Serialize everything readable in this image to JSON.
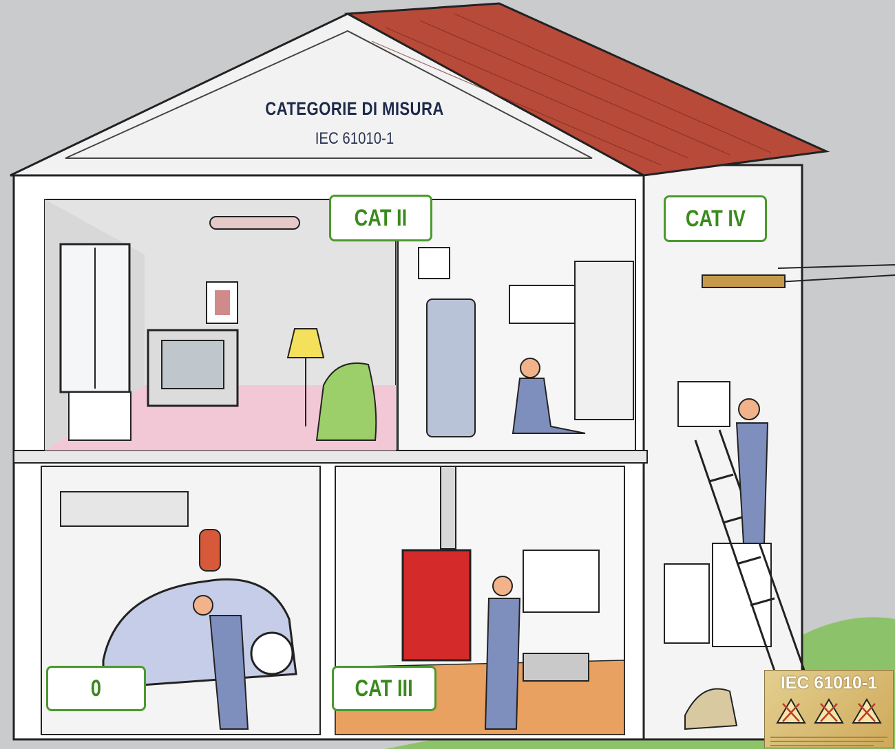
{
  "header": {
    "title": "CATEGORIE DI MISURA",
    "subtitle": "IEC 61010-1"
  },
  "categories": {
    "living_room": "CAT II",
    "exterior": "CAT IV",
    "garage": "0",
    "basement": "CAT III"
  },
  "standard_label": {
    "title": "IEC 61010-1"
  },
  "colors": {
    "accent_green": "#4a9a2c",
    "roof_red": "#b84a3a",
    "title_navy": "#1e2a4a"
  }
}
